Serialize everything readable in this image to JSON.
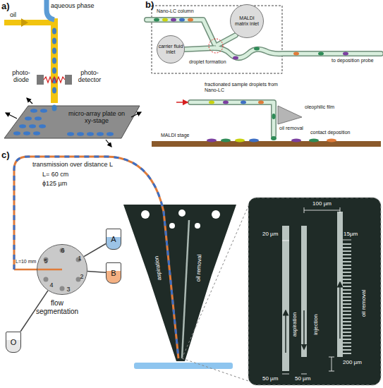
{
  "diagram": {
    "nodes": [
      {
        "text": [
          "MALDI matrix inlet"
        ]
      },
      {
        "text": [
          "carrier fluid inlet"
        ]
      },
      {
        "text": [
          "1",
          "2",
          "3",
          "4",
          "5",
          "6"
        ]
      },
      {
        "text": [
          "A"
        ]
      },
      {
        "text": [
          "B"
        ]
      },
      {
        "text": [
          "O"
        ]
      }
    ],
    "edges": [
      {
        "from": 3,
        "to": 2,
        "arrow": "none"
      },
      {
        "from": 4,
        "to": 2,
        "arrow": "none"
      },
      {
        "from": 5,
        "to": 2,
        "arrow": "none"
      }
    ],
    "labels": [
      "a)",
      "aqueous phase",
      "oil",
      "photo-diode",
      "photo-detector",
      "micro-array plate on xy-stage",
      "b)",
      "Nano-LC column",
      "droplet formation",
      "to deposition probe",
      "fractionated sample droplets from Nano-LC",
      "oleophilic film",
      "oil removal",
      "contact deposition",
      "MALDI stage",
      "c)",
      "transmission over distance L",
      "L= 60 cm",
      "ϕ125 µm",
      "L=10 mm",
      "flow segmentation",
      "aspiration",
      "oil removal",
      "100 µm",
      "20 µm",
      "15µm",
      "oil removal",
      "aspiration",
      "injection",
      "200 µm",
      "50 µm",
      "50 µm"
    ]
  }
}
